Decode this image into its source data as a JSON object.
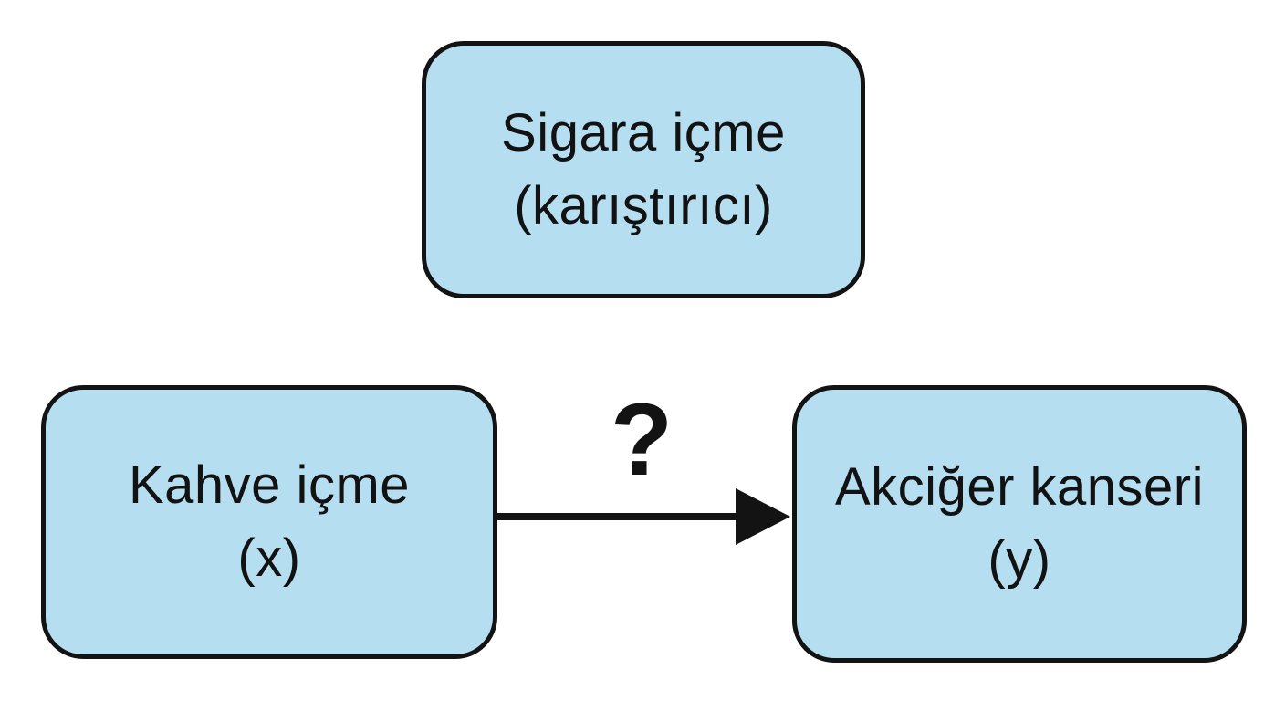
{
  "diagram": {
    "title": "confounding-variable-diagram",
    "colors": {
      "background": "#ffffff",
      "node_fill": "#b6def1",
      "node_border": "#131313",
      "text": "#121212",
      "arrow": "#131313"
    },
    "nodes": {
      "confounder": {
        "line1": "Sigara içme",
        "line2": "(karıştırıcı)"
      },
      "x": {
        "line1": "Kahve içme",
        "line2": "(x)"
      },
      "y": {
        "line1": "Akciğer kanseri",
        "line2": "(y)"
      }
    },
    "edge": {
      "from": "x",
      "to": "y",
      "label": "?"
    }
  }
}
